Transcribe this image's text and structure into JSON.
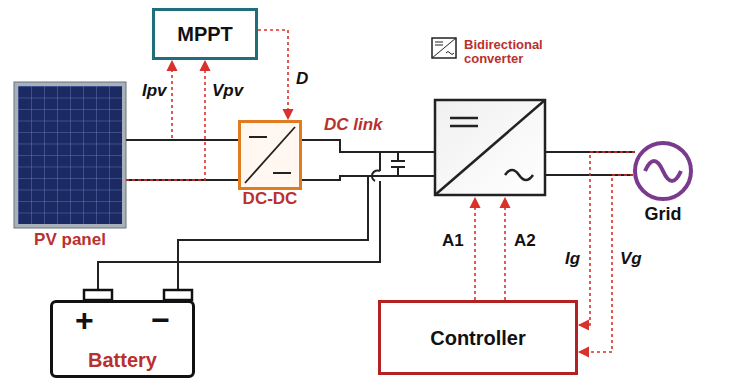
{
  "diagram": {
    "nodes": [
      {
        "text": [
          "MPPT"
        ]
      },
      {
        "text": [
          "PV panel"
        ]
      },
      {
        "text": [
          "DC-DC"
        ]
      },
      {
        "text": [
          "Grid"
        ]
      },
      {
        "text": [
          "+",
          "−",
          "Battery"
        ]
      },
      {
        "text": [
          "Controller"
        ]
      }
    ],
    "edges": [
      {
        "from": 1,
        "to": 0,
        "arrow": "to",
        "label": "Ipv"
      },
      {
        "from": 1,
        "to": 0,
        "arrow": "to",
        "label": "Vpv"
      },
      {
        "from": 0,
        "to": 2,
        "arrow": "to",
        "label": "D"
      },
      {
        "from": 1,
        "to": 2,
        "arrow": "none"
      },
      {
        "from": 3,
        "to": 5,
        "arrow": "to",
        "label": "Ig"
      },
      {
        "from": 3,
        "to": 5,
        "arrow": "to",
        "label": "Vg"
      }
    ],
    "labels": [
      "DC link",
      "A1",
      "A2"
    ],
    "legend": [
      {
        "text": "Bidirectional converter"
      }
    ]
  }
}
